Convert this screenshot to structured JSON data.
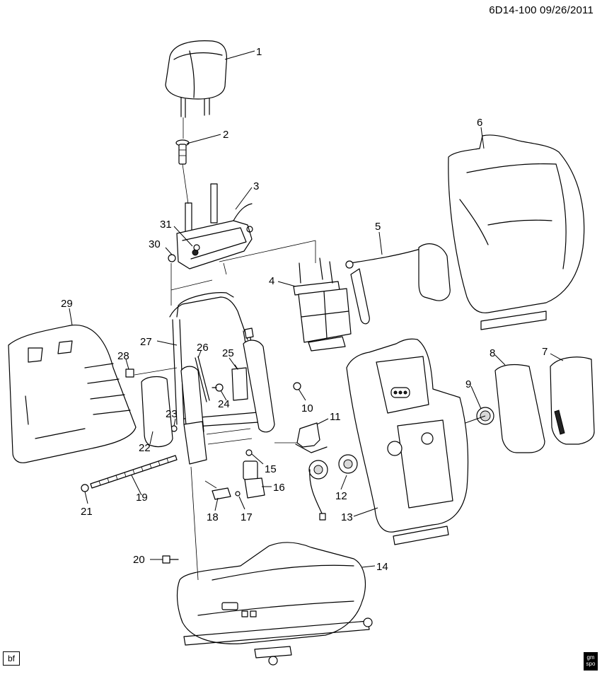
{
  "header": {
    "diagram_code": "6D14-100 09/26/2011"
  },
  "footer": {
    "badge_left": "bf",
    "logo_top": "gm",
    "logo_bottom": "spo"
  },
  "callouts": [
    {
      "id": "c1",
      "label": "1"
    },
    {
      "id": "c2",
      "label": "2"
    },
    {
      "id": "c3",
      "label": "3"
    },
    {
      "id": "c4",
      "label": "4"
    },
    {
      "id": "c5",
      "label": "5"
    },
    {
      "id": "c6",
      "label": "6"
    },
    {
      "id": "c7",
      "label": "7"
    },
    {
      "id": "c8",
      "label": "8"
    },
    {
      "id": "c9",
      "label": "9"
    },
    {
      "id": "c10",
      "label": "10"
    },
    {
      "id": "c11",
      "label": "11"
    },
    {
      "id": "c12",
      "label": "12"
    },
    {
      "id": "c13",
      "label": "13"
    },
    {
      "id": "c14",
      "label": "14"
    },
    {
      "id": "c15",
      "label": "15"
    },
    {
      "id": "c16",
      "label": "16"
    },
    {
      "id": "c17",
      "label": "17"
    },
    {
      "id": "c18",
      "label": "18"
    },
    {
      "id": "c19",
      "label": "19"
    },
    {
      "id": "c20",
      "label": "20"
    },
    {
      "id": "c21",
      "label": "21"
    },
    {
      "id": "c22",
      "label": "22"
    },
    {
      "id": "c23",
      "label": "23"
    },
    {
      "id": "c24",
      "label": "24"
    },
    {
      "id": "c25",
      "label": "25"
    },
    {
      "id": "c26",
      "label": "26"
    },
    {
      "id": "c27",
      "label": "27"
    },
    {
      "id": "c28",
      "label": "28"
    },
    {
      "id": "c29",
      "label": "29"
    },
    {
      "id": "c30",
      "label": "30"
    },
    {
      "id": "c31",
      "label": "31"
    }
  ]
}
